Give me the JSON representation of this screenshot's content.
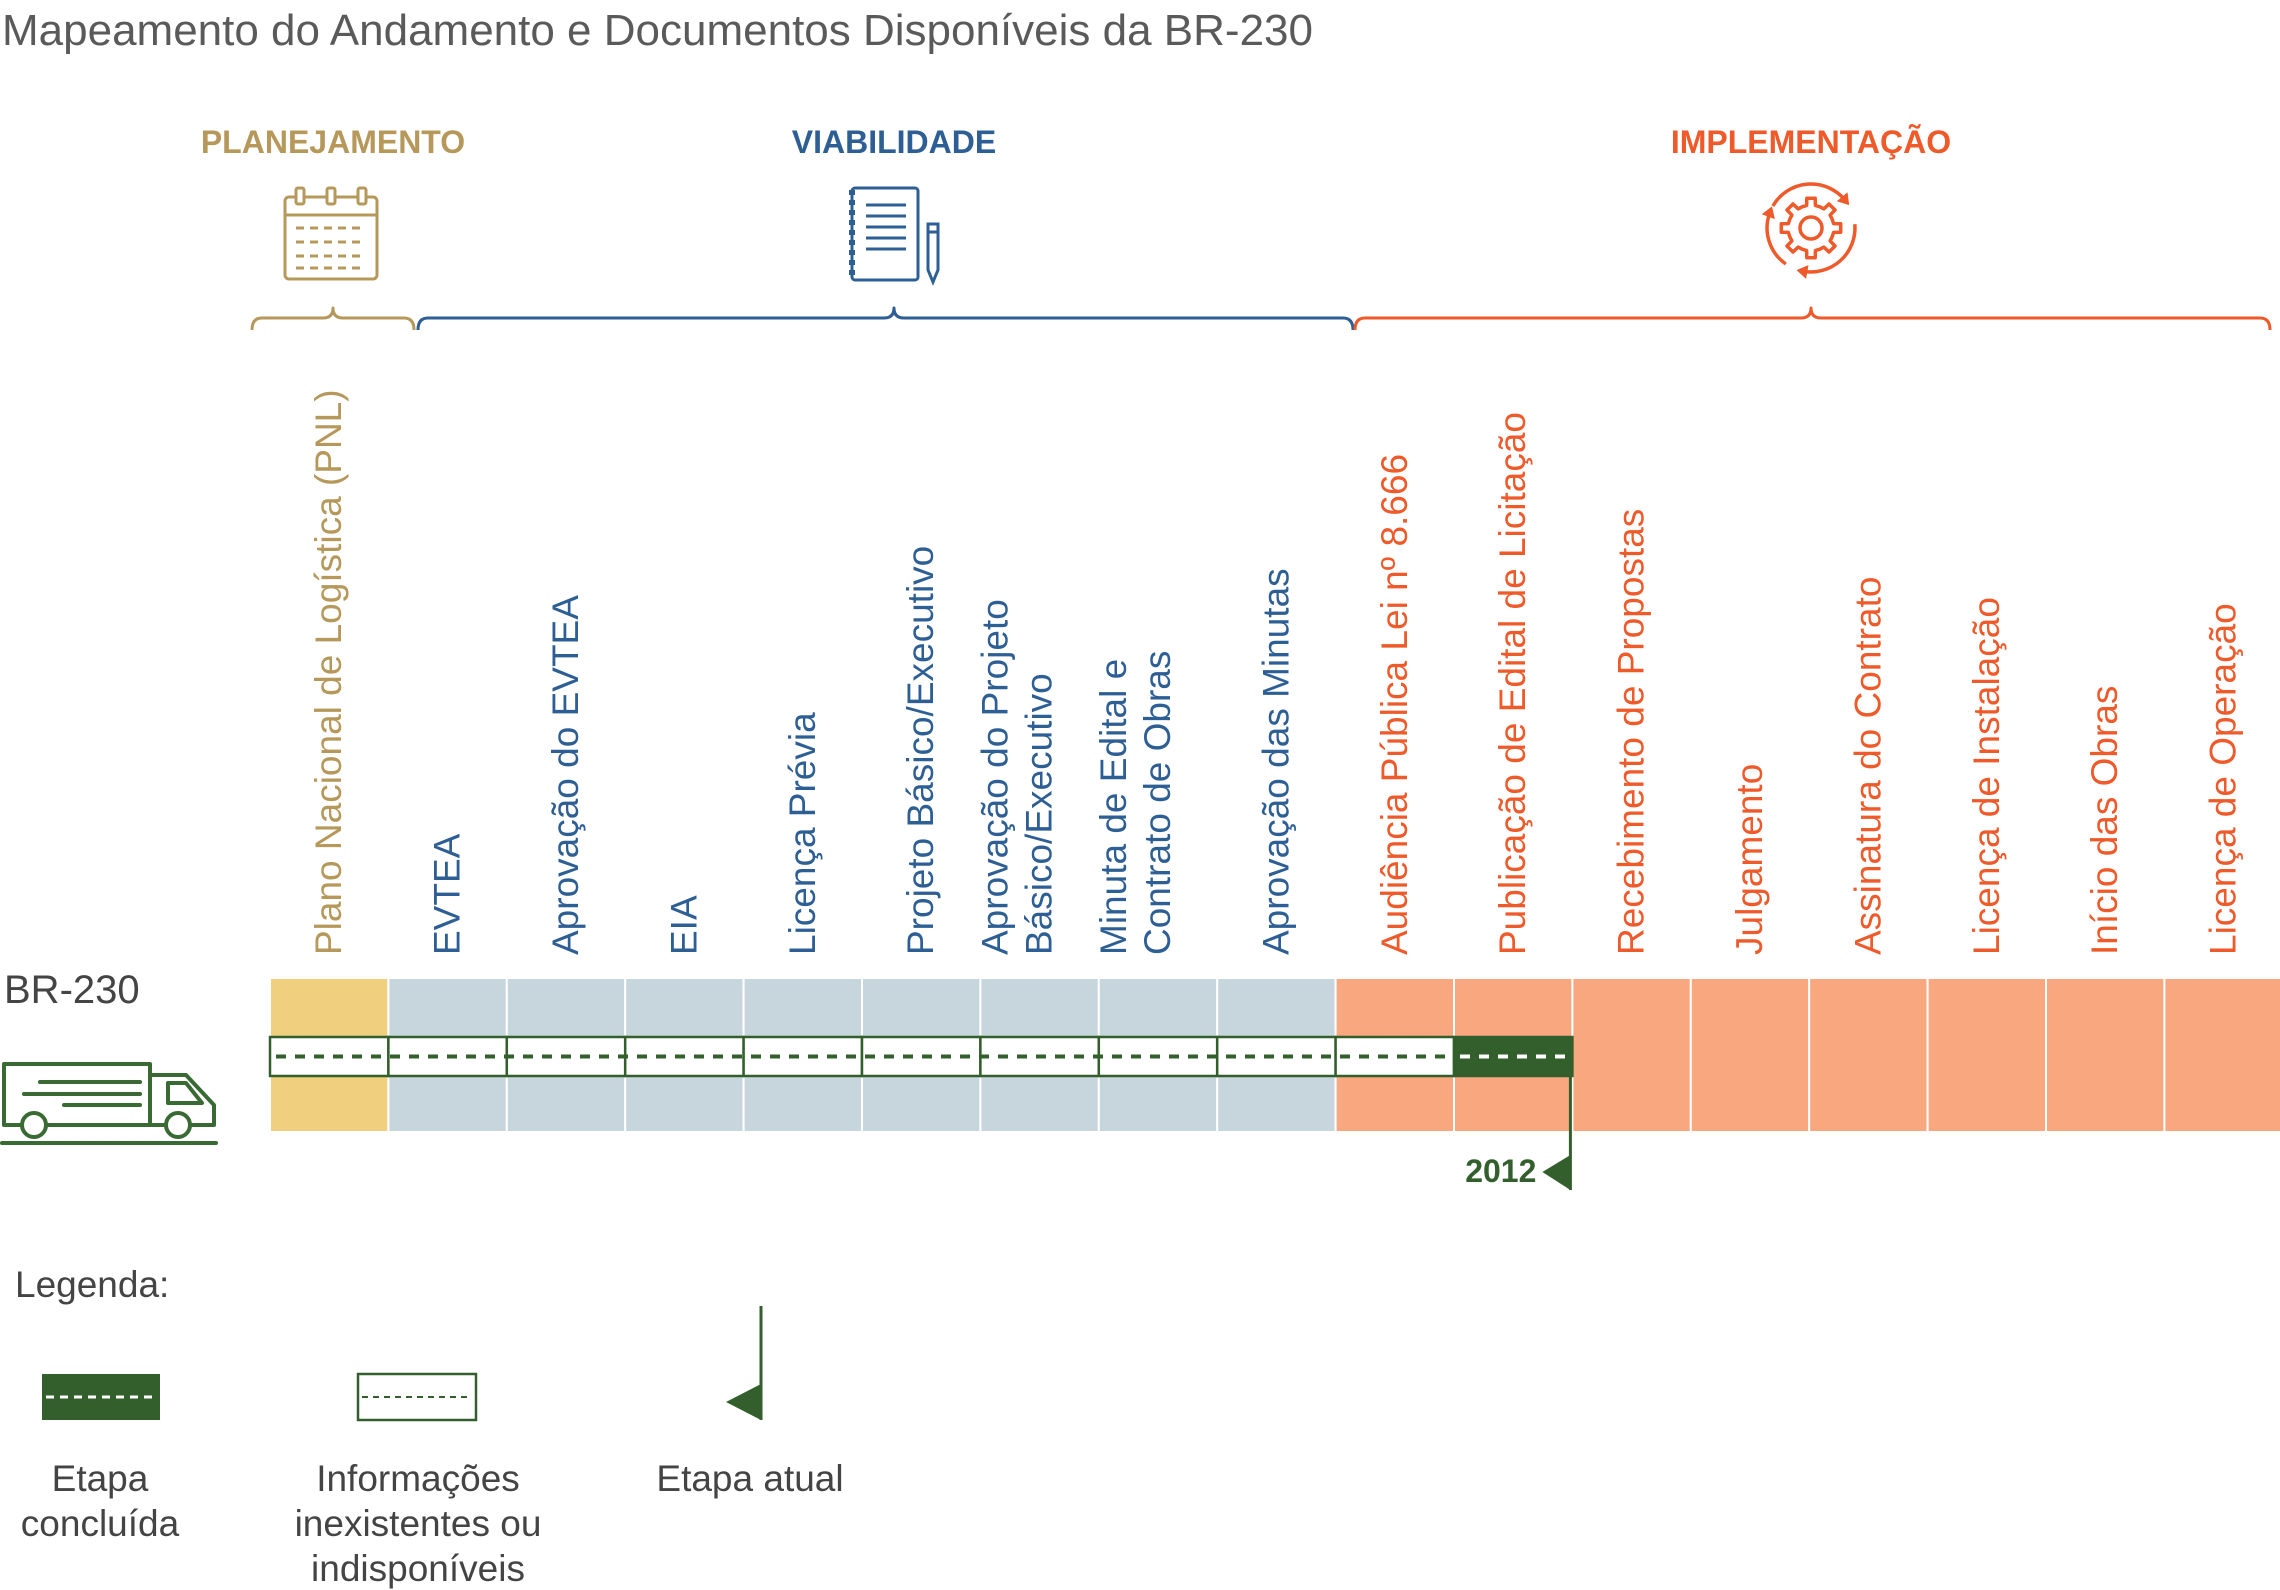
{
  "title": "Mapeamento do Andamento e Documentos Disponíveis da BR-230",
  "colors": {
    "planejamento": "#b5985a",
    "viabilidade": "#2e5f94",
    "implementacao": "#ee5a2a",
    "planejamento_cell": "#f0d07f",
    "viabilidade_cell": "#c7d6dd",
    "implementacao_cell": "#f9a77f",
    "progress": "#325f2c"
  },
  "phases": [
    {
      "key": "planejamento",
      "label": "PLANEJAMENTO",
      "icon": "calendar-icon"
    },
    {
      "key": "viabilidade",
      "label": "VIABILIDADE",
      "icon": "document-pen-icon"
    },
    {
      "key": "implementacao",
      "label": "IMPLEMENTAÇÃO",
      "icon": "gear-cycle-icon"
    }
  ],
  "stages": [
    {
      "phase": "planejamento",
      "lines": [
        "Plano Nacional de Logística (PNL)"
      ]
    },
    {
      "phase": "viabilidade",
      "lines": [
        "EVTEA"
      ]
    },
    {
      "phase": "viabilidade",
      "lines": [
        "Aprovação do EVTEA"
      ]
    },
    {
      "phase": "viabilidade",
      "lines": [
        "EIA"
      ]
    },
    {
      "phase": "viabilidade",
      "lines": [
        "Licença Prévia"
      ]
    },
    {
      "phase": "viabilidade",
      "lines": [
        "Projeto Básico/Executivo"
      ]
    },
    {
      "phase": "viabilidade",
      "lines": [
        "Aprovação do Projeto",
        "Básico/Executivo"
      ]
    },
    {
      "phase": "viabilidade",
      "lines": [
        "Minuta de Edital e",
        "Contrato de Obras"
      ]
    },
    {
      "phase": "viabilidade",
      "lines": [
        "Aprovação das Minutas"
      ]
    },
    {
      "phase": "implementacao",
      "lines": [
        "Audiência Pública Lei nº 8.666"
      ]
    },
    {
      "phase": "implementacao",
      "lines": [
        "Publicação de Edital de Licitação"
      ]
    },
    {
      "phase": "implementacao",
      "lines": [
        "Recebimento de Propostas"
      ]
    },
    {
      "phase": "implementacao",
      "lines": [
        "Julgamento"
      ]
    },
    {
      "phase": "implementacao",
      "lines": [
        "Assinatura do Contrato"
      ]
    },
    {
      "phase": "implementacao",
      "lines": [
        "Licença de Instalação"
      ]
    },
    {
      "phase": "implementacao",
      "lines": [
        "Início das Obras"
      ]
    },
    {
      "phase": "implementacao",
      "lines": [
        "Licença de Operação"
      ]
    }
  ],
  "road": {
    "label": "BR-230",
    "icon": "truck-icon",
    "status": [
      "unavailable",
      "unavailable",
      "unavailable",
      "unavailable",
      "unavailable",
      "unavailable",
      "unavailable",
      "unavailable",
      "unavailable",
      "unavailable",
      "completed"
    ],
    "current_stage_index": 10,
    "current_year": "2012"
  },
  "legend": {
    "title": "Legenda:",
    "items": [
      {
        "type": "completed",
        "lines": [
          "Etapa",
          "concluída"
        ]
      },
      {
        "type": "unavailable",
        "lines": [
          "Informações",
          "inexistentes ou",
          "indisponíveis"
        ]
      },
      {
        "type": "current",
        "lines": [
          "Etapa atual"
        ]
      }
    ]
  }
}
